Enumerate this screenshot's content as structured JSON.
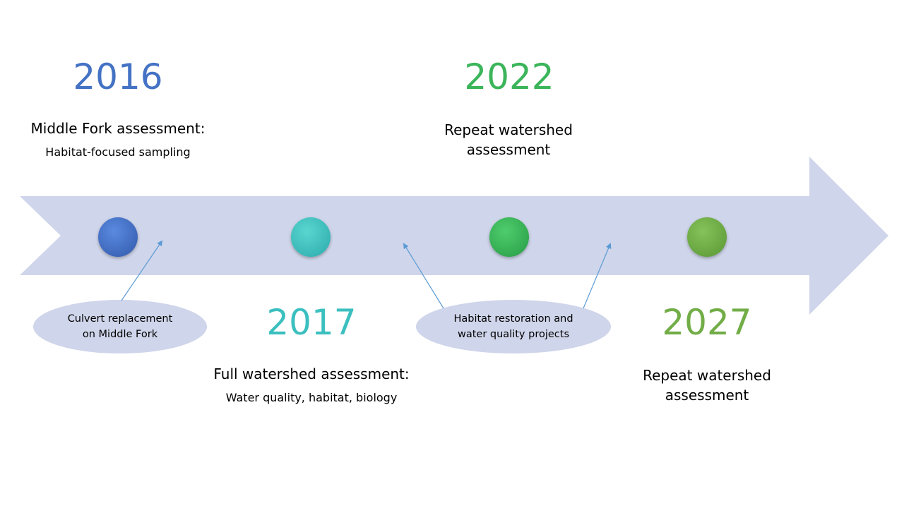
{
  "timeline": {
    "events": [
      {
        "year": "2016",
        "color": "#4472c4",
        "title": "Middle Fork assessment:",
        "subtitle": "Habitat-focused sampling",
        "description": ""
      },
      {
        "year": "2017",
        "color": "#3cbfbf",
        "title": "Full watershed assessment:",
        "subtitle": "Water quality, habitat, biology",
        "description": ""
      },
      {
        "year": "2022",
        "color": "#3bb55a",
        "title": "",
        "subtitle": "",
        "description": [
          "Repeat watershed",
          "assessment"
        ]
      },
      {
        "year": "2027",
        "color": "#72ad47",
        "title": "",
        "subtitle": "",
        "description": [
          "Repeat watershed",
          "assessment"
        ]
      }
    ],
    "callouts": [
      {
        "lines": [
          "Culvert replacement",
          "on Middle Fork"
        ]
      },
      {
        "lines": [
          "Habitat restoration and",
          "water quality projects"
        ]
      }
    ]
  },
  "colors": {
    "arrow_band": "#cfd5ea",
    "callout_fill": "#cfd5ea",
    "connector_line": "#5b9bd5"
  }
}
